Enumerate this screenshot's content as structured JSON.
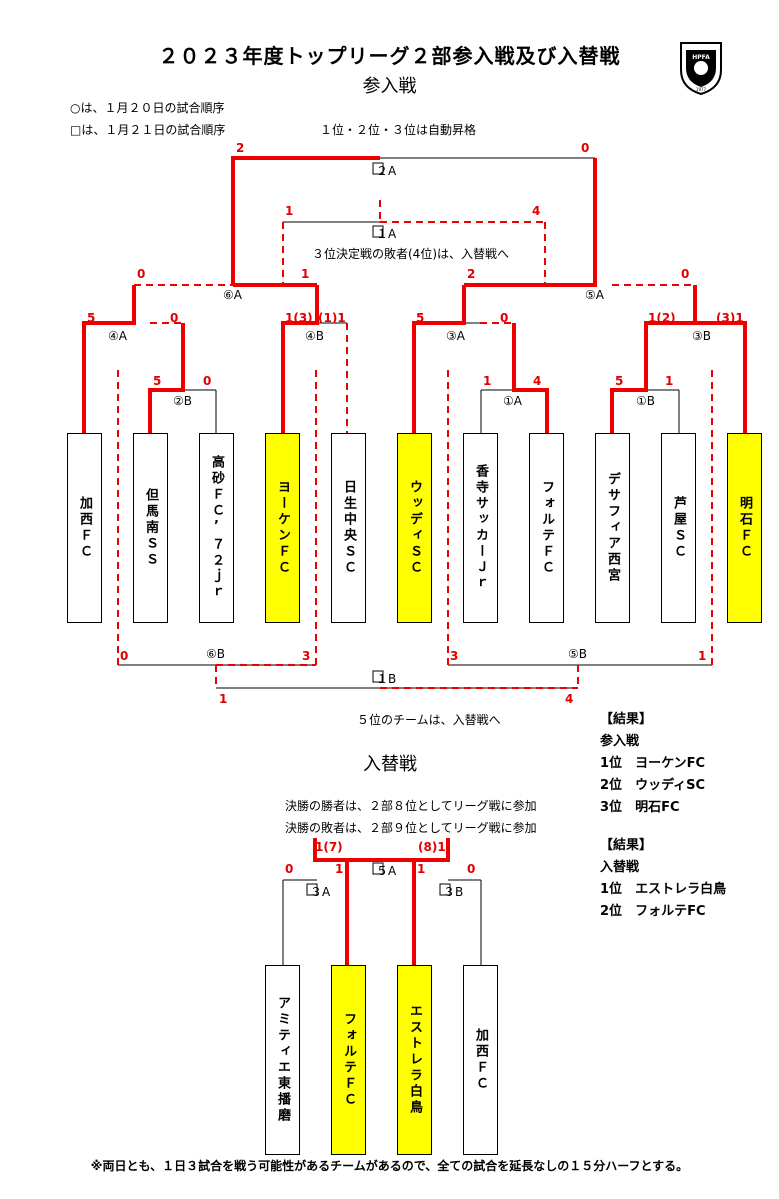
{
  "title": "２０２３年度トップリーグ２部参入戦及び入替戦",
  "section1_title": "参入戦",
  "legend_circle": "○は、１月２０日の試合順序",
  "legend_square": "□は、１月２１日の試合順序",
  "auto_promote": "１位・２位・３位は自動昇格",
  "third_place_note": "３位決定戦の敗者(4位)は、入替戦へ",
  "fifth_place_note": "５位のチームは、入替戦へ",
  "section2_title": "入替戦",
  "final_winner_note": "決勝の勝者は、２部８位としてリーグ戦に参加",
  "final_loser_note": "決勝の敗者は、２部９位としてリーグ戦に参加",
  "footer": "※両日とも、１日３試合を戦う可能性があるチームがあるので、全ての試合を延長なしの１５分ハーフとする。",
  "logo_text": "HPFA",
  "logo_year": "1977",
  "teams": [
    "加西ＦＣ",
    "但馬南ＳＳ",
    "高砂ＦＣ’７２ｊｒ",
    "ヨーケンＦＣ",
    "日生中央ＳＣ",
    "ウッディＳＣ",
    "香寺サッカーＪｒ",
    "フォルテＦＣ",
    "デサフィア西宮",
    "芦屋ＳＣ",
    "明石ＦＣ"
  ],
  "playoff_teams": [
    "アミティエ東播磨",
    "フォルテＦＣ",
    "エストレラ白鳥",
    "加西ＦＣ"
  ],
  "match_labels": {
    "m2A": "２A",
    "m1A_sq": "１A",
    "m6A": "⑥A",
    "m5A": "⑤A",
    "m4A": "④A",
    "m2B": "②B",
    "m4B": "④B",
    "m3A": "③A",
    "m1A": "①A",
    "m1B": "①B",
    "m3B": "③B",
    "m6B": "⑥B",
    "m5B": "⑤B",
    "m1B_sq": "１B",
    "p5A": "５A",
    "p3A": "３A",
    "p3B": "３B"
  },
  "scores": {
    "s2A_l": "2",
    "s2A_r": "0",
    "s1A_l": "1",
    "s1A_r": "4",
    "s6A_l": "0",
    "s6A_r": "1",
    "s5A_l": "2",
    "s5A_r": "0",
    "s4A_l": "5",
    "s4A_r": "0",
    "s2B_l": "5",
    "s2B_r": "0",
    "s4B_l": "1(3)",
    "s4B_r": "(1)1",
    "s3A_l": "5",
    "s3A_r": "0",
    "s1A2_l": "1",
    "s1A2_r": "4",
    "s1B_l": "5",
    "s1B_r": "1",
    "s3B_l": "1(2)",
    "s3B_r": "(3)1",
    "s6B_l": "0",
    "s6B_r": "3",
    "s5B_l": "3",
    "s5B_r": "1",
    "s1B_sq_l": "1",
    "s1B_sq_r": "4",
    "p5A_l": "1(7)",
    "p5A_r": "(8)1",
    "p3A_l": "0",
    "p3A_r": "1",
    "p3B_l": "1",
    "p3B_r": "0"
  },
  "results1": {
    "header": "【結果】",
    "sub": "参入戦",
    "rows": [
      {
        "rank": "1位",
        "team": "ヨーケンFC"
      },
      {
        "rank": "2位",
        "team": "ウッディSC"
      },
      {
        "rank": "3位",
        "team": "明石FC"
      }
    ]
  },
  "results2": {
    "header": "【結果】",
    "sub": "入替戦",
    "rows": [
      {
        "rank": "1位",
        "team": "エストレラ白鳥"
      },
      {
        "rank": "2位",
        "team": "フォルテFC"
      }
    ]
  },
  "colors": {
    "win_line": "#ee0000",
    "winner_fill": "#ffff00",
    "line": "#000000"
  }
}
